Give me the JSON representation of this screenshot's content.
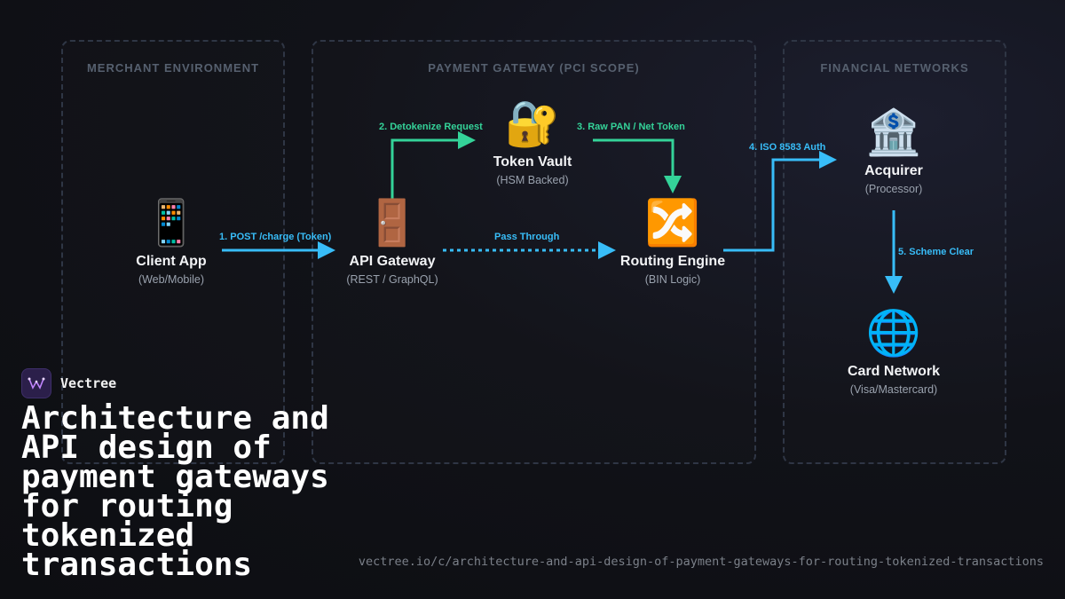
{
  "zones": {
    "merchant": "MERCHANT ENVIRONMENT",
    "gateway": "PAYMENT GATEWAY (PCI SCOPE)",
    "financial": "FINANCIAL NETWORKS"
  },
  "nodes": {
    "client_app": {
      "icon": "📱",
      "icon_name": "mobile-phone-icon",
      "name": "Client App",
      "sub": "(Web/Mobile)"
    },
    "api_gateway": {
      "icon": "🚪",
      "icon_name": "door-icon",
      "name": "API Gateway",
      "sub": "(REST / GraphQL)"
    },
    "token_vault": {
      "icon": "🔐",
      "icon_name": "locked-with-key-icon",
      "name": "Token Vault",
      "sub": "(HSM Backed)"
    },
    "routing_engine": {
      "icon": "🔀",
      "icon_name": "shuffle-icon",
      "name": "Routing Engine",
      "sub": "(BIN Logic)"
    },
    "acquirer": {
      "icon": "🏦",
      "icon_name": "bank-icon",
      "name": "Acquirer",
      "sub": "(Processor)"
    },
    "card_network": {
      "icon": "🌐",
      "icon_name": "globe-icon",
      "name": "Card Network",
      "sub": "(Visa/Mastercard)"
    }
  },
  "edges": {
    "post_charge": "1. POST /charge (Token)",
    "detokenize": "2. Detokenize Request",
    "raw_pan": "3. Raw PAN / Net Token",
    "pass_through": "Pass Through",
    "iso_auth": "4. ISO 8583 Auth",
    "scheme_clear": "5. Scheme Clear"
  },
  "colors": {
    "green": "#34d399",
    "blue": "#38bdf8"
  },
  "brand": {
    "name": "Vectree",
    "logo_icon": "vectree-logo-icon"
  },
  "headline": "Architecture and API design of payment gateways for routing tokenized transactions",
  "url": "vectree.io/c/architecture-and-api-design-of-payment-gateways-for-routing-tokenized-transactions"
}
